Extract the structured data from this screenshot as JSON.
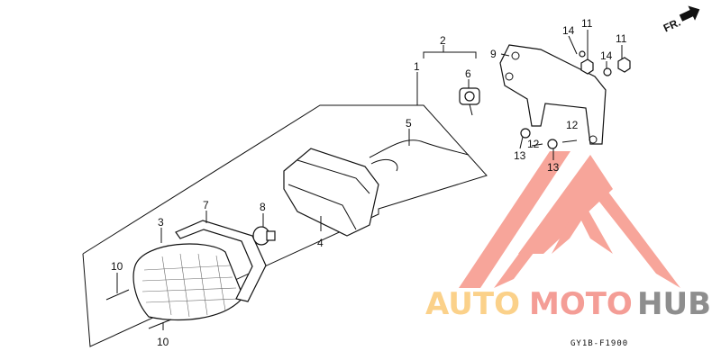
{
  "diagram": {
    "code": "GY1B-F1900",
    "direction_label": "FR.",
    "callouts": {
      "c1": "1",
      "c2": "2",
      "c3": "3",
      "c4": "4",
      "c5": "5",
      "c6": "6",
      "c7": "7",
      "c8": "8",
      "c9": "9",
      "c10a": "10",
      "c10b": "10",
      "c11a": "11",
      "c11b": "11",
      "c12a": "12",
      "c12b": "12",
      "c13a": "13",
      "c13b": "13",
      "c14a": "14",
      "c14b": "14"
    }
  },
  "watermark": {
    "part1": "AUTO",
    "part2": "MOTO",
    "part3": "HUB",
    "colors": {
      "triangle": "#f7a59a",
      "auto": "#fbd18a",
      "moto": "#f49d96",
      "hub": "#8e8e8e"
    }
  }
}
